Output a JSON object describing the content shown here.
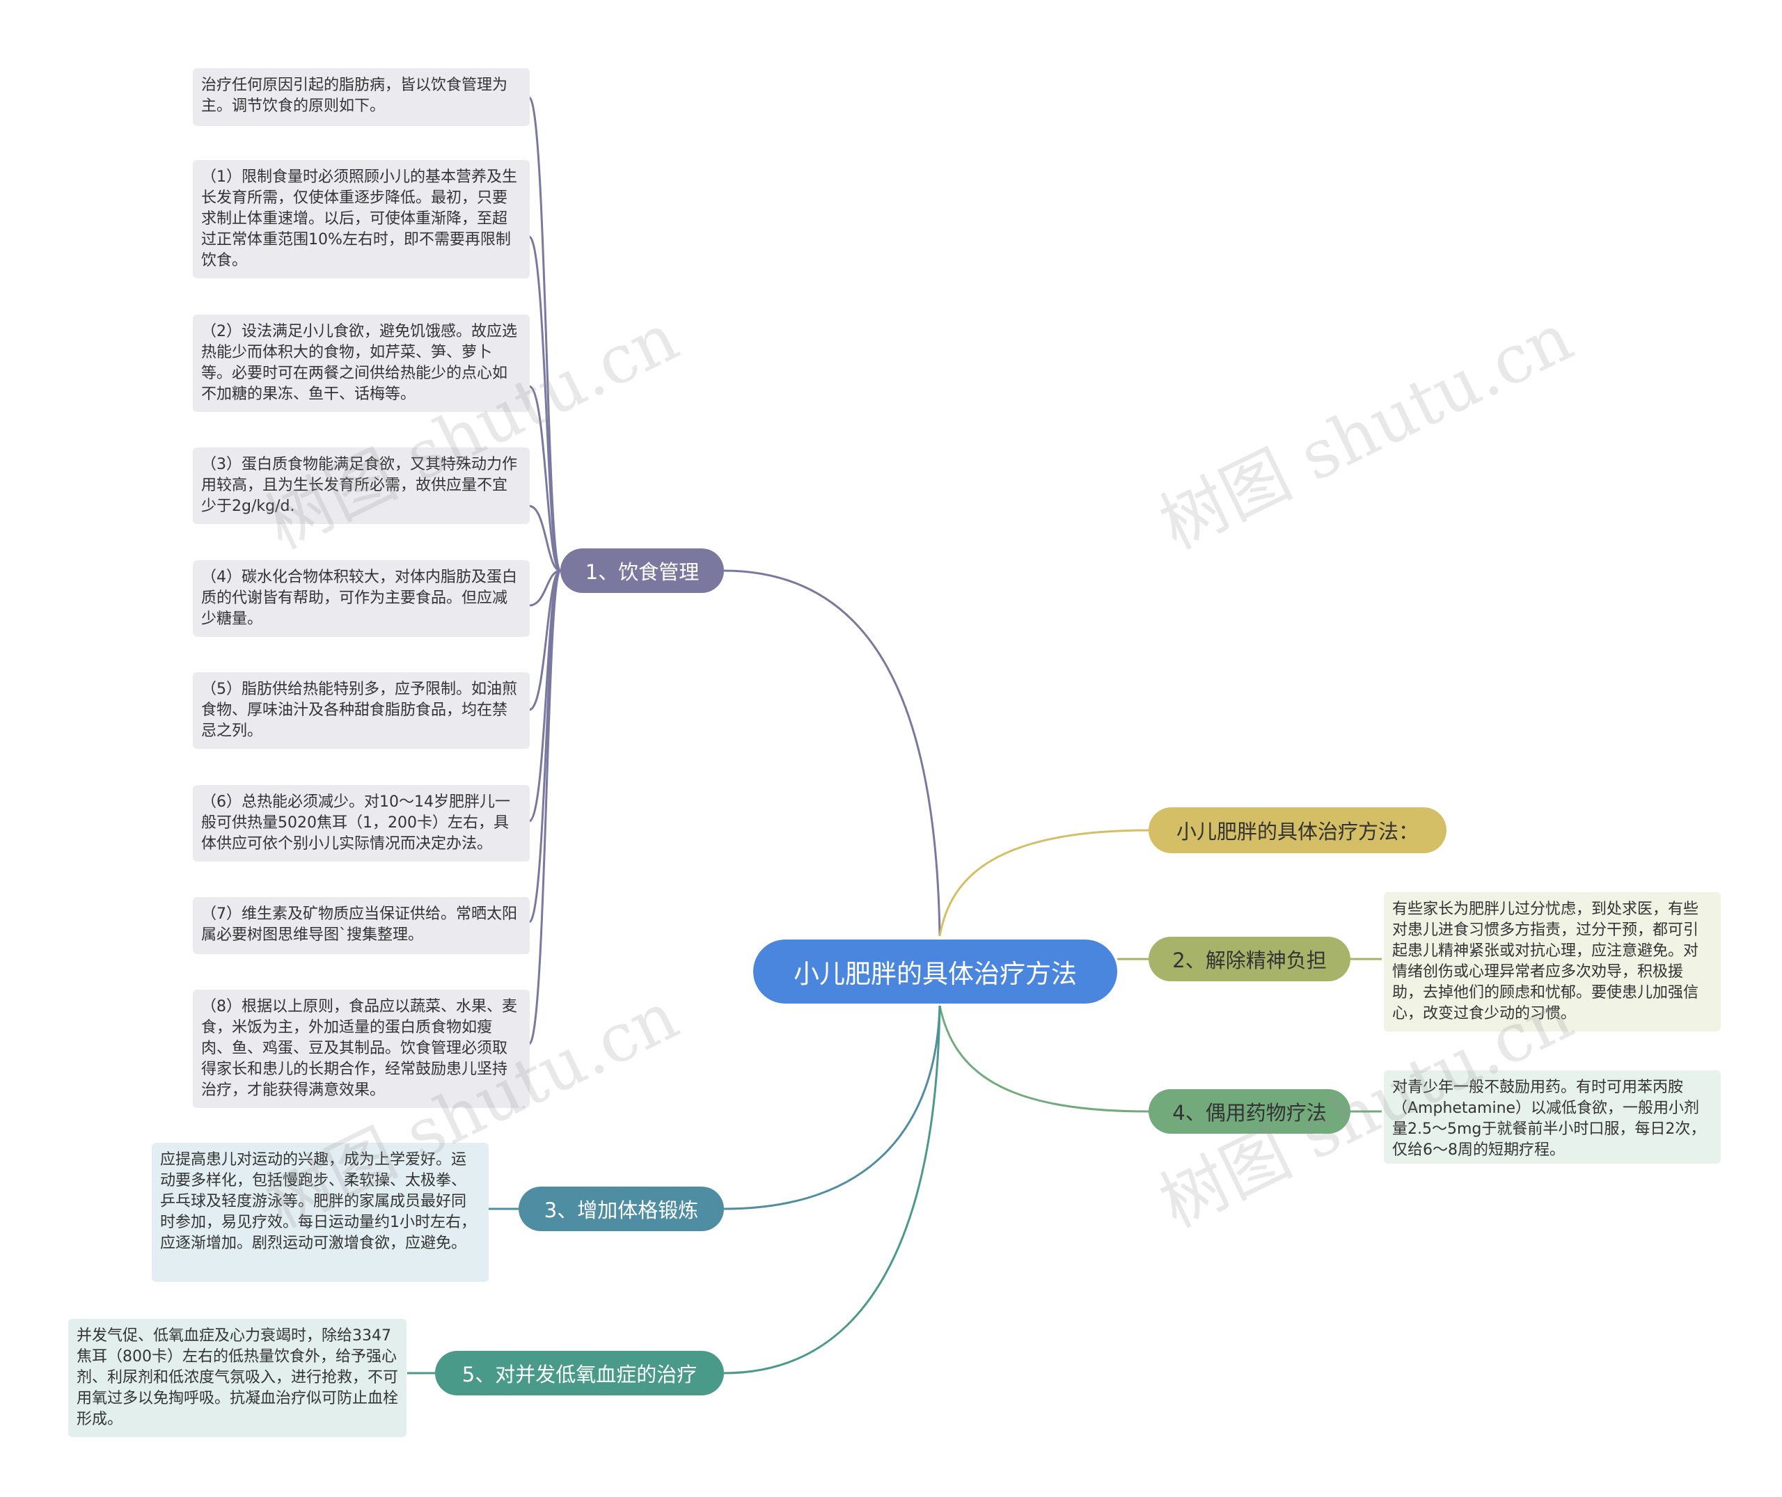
{
  "root": {
    "label": "小儿肥胖的具体治疗方法"
  },
  "branches": {
    "diet": {
      "label": "1、饮食管理",
      "color": "#7a789e"
    },
    "intro": {
      "label": "小儿肥胖的具体治疗方法：",
      "color": "#d5bf66"
    },
    "mental": {
      "label": "2、解除精神负担",
      "color": "#a8b36a"
    },
    "drug": {
      "label": "4、偶用药物疗法",
      "color": "#72aa7c"
    },
    "exercise": {
      "label": "3、增加体格锻炼",
      "color": "#4f8ea2"
    },
    "hypoxia": {
      "label": "5、对并发低氧血症的治疗",
      "color": "#4a9a8a"
    }
  },
  "notes": {
    "diet": [
      "治疗任何原因引起的脂肪病，皆以饮食管理为主。调节饮食的原则如下。",
      "（1）限制食量时必须照顾小儿的基本营养及生长发育所需，仅使体重逐步降低。最初，只要求制止体重速增。以后，可使体重渐降，至超过正常体重范围10%左右时，即不需要再限制饮食。",
      "（2）设法满足小儿食欲，避免饥饿感。故应选热能少而体积大的食物，如芹菜、笋、萝卜等。必要时可在两餐之间供给热能少的点心如不加糖的果冻、鱼干、话梅等。",
      "（3）蛋白质食物能满足食欲，又其特殊动力作用较高，且为生长发育所必需，故供应量不宜少于2g/kg/d.",
      "（4）碳水化合物体积较大，对体内脂肪及蛋白质的代谢皆有帮助，可作为主要食品。但应减少糖量。",
      "（5）脂肪供给热能特别多，应予限制。如油煎食物、厚味油汁及各种甜食脂肪食品，均在禁忌之列。",
      "（6）总热能必须减少。对10～14岁肥胖儿一般可供热量5020焦耳（1，200卡）左右，具体供应可依个别小儿实际情况而决定办法。",
      "（7）维生素及矿物质应当保证供给。常晒太阳属必要树图思维导图`搜集整理。",
      "（8）根据以上原则，食品应以蔬菜、水果、麦食，米饭为主，外加适量的蛋白质食物如瘦肉、鱼、鸡蛋、豆及其制品。饮食管理必须取得家长和患儿的长期合作，经常鼓励患儿坚持治疗，才能获得满意效果。"
    ],
    "mental": "有些家长为肥胖儿过分忧虑，到处求医，有些对患儿进食习惯多方指责，过分干预，都可引起患儿精神紧张或对抗心理，应注意避免。对情绪创伤或心理异常者应多次劝导，积极援助，去掉他们的顾虑和忧郁。要使患儿加强信心，改变过食少动的习惯。",
    "drug": "对青少年一般不鼓励用药。有时可用苯丙胺（Amphetamine）以减低食欲，一般用小剂量2.5～5mg于就餐前半小时口服，每日2次，仅给6～8周的短期疗程。",
    "exercise": "应提高患儿对运动的兴趣，成为上学爱好。运动要多样化，包括慢跑步、柔软操、太极拳、乒乓球及轻度游泳等。肥胖的家属成员最好同时参加，易见疗效。每日运动量约1小时左右，应逐渐增加。剧烈运动可激增食欲，应避免。",
    "hypoxia": "并发气促、低氧血症及心力衰竭时，除给3347焦耳（800卡）左右的低热量饮食外，给予强心剂、利尿剂和低浓度气氛吸入，进行抢救，不可用氧过多以免掏呼吸。抗凝血治疗似可防止血栓形成。"
  },
  "watermark": {
    "text": "树图 shutu.cn"
  }
}
